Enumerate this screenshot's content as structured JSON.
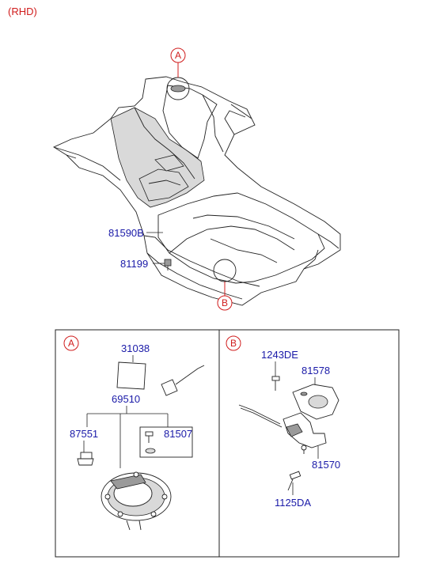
{
  "header": {
    "variant_label": "(RHD)"
  },
  "callouts": {
    "detail_a": "A",
    "detail_b": "B"
  },
  "main_labels": {
    "part_81590B": "81590B",
    "part_81199": "81199"
  },
  "detail_a": {
    "badge": "A",
    "part_31038": "31038",
    "part_69510": "69510",
    "part_87551": "87551",
    "part_81507": "81507"
  },
  "detail_b": {
    "badge": "B",
    "part_1243DE": "1243DE",
    "part_81578": "81578",
    "part_81570": "81570",
    "part_1125DA": "1125DA"
  },
  "colors": {
    "label_blue": "#1a1aa8",
    "callout_red": "#d01c1c"
  }
}
